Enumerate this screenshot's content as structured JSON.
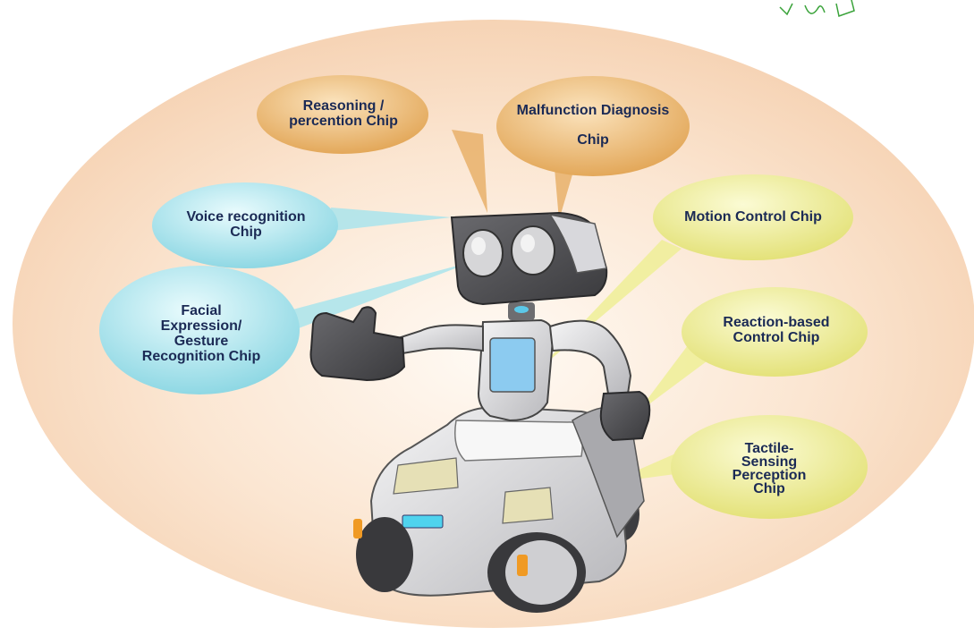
{
  "chips": [
    {
      "id": "reasoning",
      "label": "Reasoning /\npercention Chip",
      "color": "orange"
    },
    {
      "id": "malfunction",
      "label": "Malfunction Diagnosis\n\nChip",
      "color": "orange"
    },
    {
      "id": "voice",
      "label": "Voice recognition\nChip",
      "color": "cyan"
    },
    {
      "id": "facial",
      "label": "Facial\nExpression/\nGesture\nRecognition Chip",
      "color": "cyan"
    },
    {
      "id": "motion",
      "label": "Motion Control Chip",
      "color": "yellow"
    },
    {
      "id": "reaction",
      "label": "Reaction-based\nControl Chip",
      "color": "yellow"
    },
    {
      "id": "tactile",
      "label": "Tactile-\nSensing\nPerception\nChip",
      "color": "yellow"
    }
  ],
  "colors": {
    "background_ellipse": "#f7d8bf",
    "orange_bubble": "#e8b46a",
    "cyan_bubble": "#a9e4ec",
    "yellow_bubble": "#efef96",
    "label_text": "#1b2a55",
    "robot_screen": "#8ccbf0",
    "robot_body": "#d9d9db",
    "robot_dark": "#4a4a4d",
    "wheel_accent": "#f09a24",
    "scribble": "#3aa33a"
  }
}
